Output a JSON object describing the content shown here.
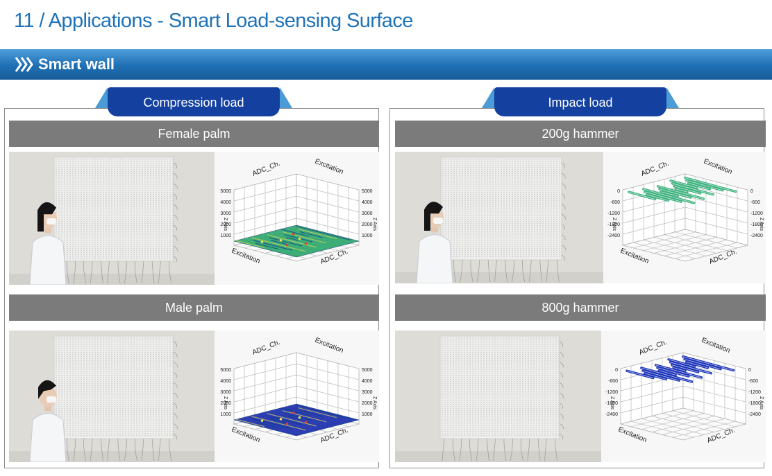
{
  "header": {
    "title": "11 / Applications - Smart Load-sensing Surface"
  },
  "section": {
    "label": "Smart wall"
  },
  "columns": [
    {
      "tab": "Compression load",
      "rows": [
        {
          "label": "Female palm",
          "surface_color": "#2fa86e",
          "z_ticks": [
            "5000",
            "4000",
            "3000",
            "2000",
            "1000"
          ],
          "z_label": "Z Axis"
        },
        {
          "label": "Male palm",
          "surface_color": "#1c2fae",
          "z_ticks": [
            "5000",
            "4000",
            "3000",
            "2000",
            "1000"
          ],
          "z_label": "Z Axis"
        }
      ]
    },
    {
      "tab": "Impact load",
      "rows": [
        {
          "label": "200g hammer",
          "surface_color": "#3fb27f",
          "z_ticks": [
            "0",
            "-600",
            "-1200",
            "-1800",
            "-2400"
          ],
          "z_label": "Z Axis"
        },
        {
          "label": "800g hammer",
          "surface_color": "#1c34b8",
          "z_ticks": [
            "0",
            "-600",
            "-1200",
            "-1800",
            "-2400"
          ],
          "z_label": "Z Axis"
        }
      ]
    }
  ],
  "axes": {
    "adc": "ADC_Ch.",
    "excitation": "Excitation"
  },
  "colors": {
    "title_blue": "#1e72b8",
    "bar_blue": "#1f6fb4",
    "tab_navy": "#1440a0",
    "header_gray": "#7b7b7b"
  },
  "icons": [
    "chevron-right-icon"
  ]
}
